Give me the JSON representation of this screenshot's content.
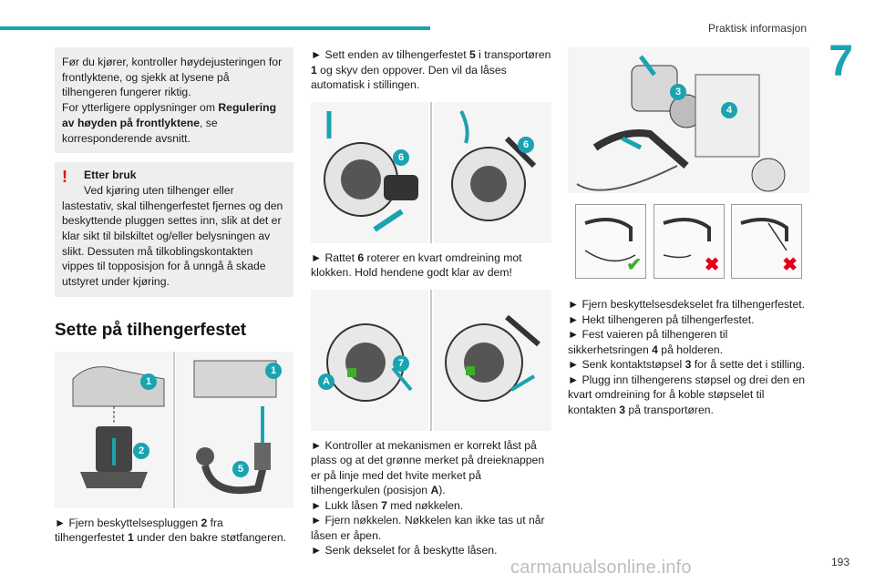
{
  "header": {
    "title": "Praktisk informasjon",
    "chapter": "7"
  },
  "col1": {
    "intro_1": "Før du kjører, kontroller høydejusteringen for frontlyktene, og sjekk at lysene på tilhengeren fungerer riktig.",
    "intro_2a": "For ytterligere opplysninger om ",
    "intro_2b": "Regulering av høyden på frontlyktene",
    "intro_2c": ", se korresponderende avsnitt.",
    "warn_mark": "!",
    "warn_title": "Etter bruk",
    "warn_text_1": "Ved kjøring uten tilhenger eller",
    "warn_text_2": "lastestativ, skal tilhengerfestet fjernes og den beskyttende pluggen settes inn, slik at det er klar sikt til bilskiltet og/eller belysningen av slikt. Dessuten må tilkoblingskontakten vippes til topposisjon for å unngå å skade utstyret under kjøring.",
    "section_title": "Sette på tilhengerfestet",
    "step_a": "► Fjern beskyttelsespluggen ",
    "step_a_num": "2",
    "step_a_b": " fra tilhengerfestet ",
    "step_a_num2": "1",
    "step_a_c": " under den bakre støtfangeren.",
    "fig_badges_left": [
      "1",
      "2"
    ],
    "fig_badges_right": [
      "1",
      "5"
    ]
  },
  "col2": {
    "s1a": "► Sett enden av tilhengerfestet ",
    "s1n": "5",
    "s1b": " i transportøren ",
    "s1n2": "1",
    "s1c": " og skyv den oppover. Den vil da låses automatisk i stillingen.",
    "fig1_badges": [
      "6",
      "6"
    ],
    "s2a": "► Rattet ",
    "s2n": "6",
    "s2b": " roterer en kvart omdreining mot klokken. Hold hendene godt klar av dem!",
    "fig2_badges": [
      "A",
      "7"
    ],
    "s3a": "► Kontroller at mekanismen er korrekt låst på plass og at det grønne merket på dreieknappen er på linje med det hvite merket på tilhengerkulen (posisjon ",
    "s3n": "A",
    "s3b": ").",
    "s4a": "► Lukk låsen ",
    "s4n": "7",
    "s4b": " med nøkkelen.",
    "s5": "► Fjern nøkkelen. Nøkkelen kan ikke tas ut når låsen er åpen.",
    "s6": "► Senk dekselet for å beskytte låsen."
  },
  "col3": {
    "fig_badges": [
      "3",
      "4"
    ],
    "s1": "► Fjern beskyttelsesdekselet fra tilhengerfestet.",
    "s2": "► Hekt tilhengeren på tilhengerfestet.",
    "s3a": "► Fest vaieren på tilhengeren til sikkerhetsringen ",
    "s3n": "4",
    "s3b": " på holderen.",
    "s4a": "► Senk kontaktstøpsel ",
    "s4n": "3",
    "s4b": " for å sette det i stilling.",
    "s5a": "► Plugg inn tilhengerens støpsel og drei den en kvart omdreining for å koble støpselet til kontakten ",
    "s5n": "3",
    "s5b": " på transportøren."
  },
  "footer": {
    "page": "193",
    "watermark": "carmanualsonline.info"
  },
  "colors": {
    "accent": "#1aa3b0",
    "warning": "#e3001b",
    "ok": "#3fae2a"
  },
  "icons": [
    "warning-icon",
    "check-icon",
    "cross-icon"
  ]
}
